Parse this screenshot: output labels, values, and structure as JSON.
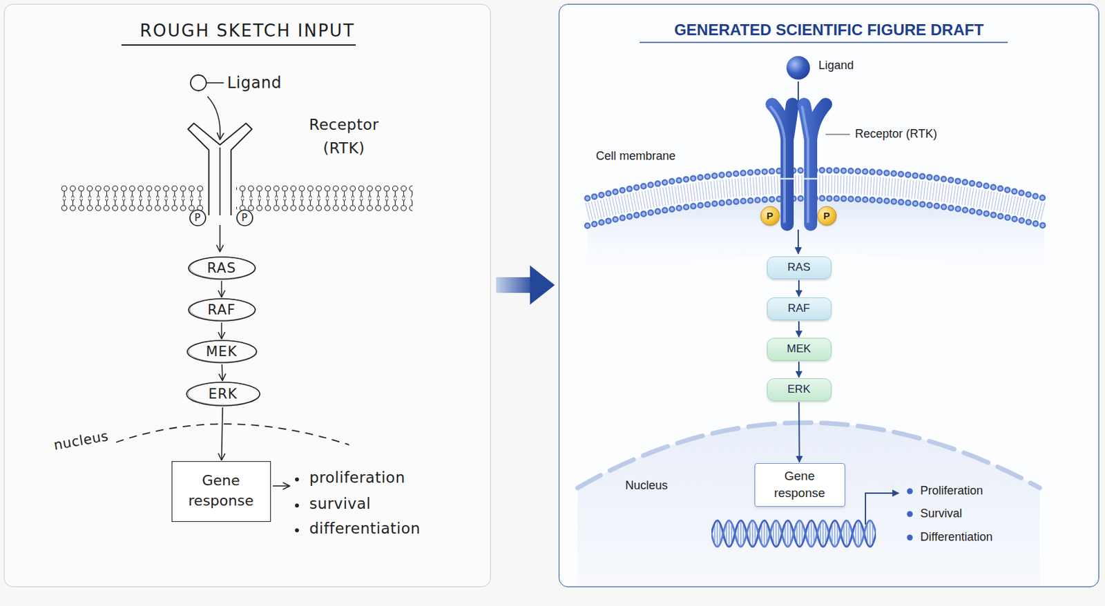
{
  "diagram": {
    "nodes": [
      {
        "text": [
          "ROUGH SKETCH INPUT"
        ]
      },
      {
        "text": [
          "P"
        ],
        "in": 0
      },
      {
        "text": [
          "P"
        ],
        "in": 0
      },
      {
        "text": [
          "RAS"
        ],
        "in": 0
      },
      {
        "text": [
          "RAF"
        ],
        "in": 0
      },
      {
        "text": [
          "MEK"
        ],
        "in": 0
      },
      {
        "text": [
          "ERK"
        ],
        "in": 0
      },
      {
        "text": [
          "Gene response"
        ],
        "in": 0
      },
      {
        "text": [
          "GENERATED SCIENTIFIC FIGURE DRAFT"
        ]
      },
      {
        "text": [
          "P"
        ],
        "in": 8
      },
      {
        "text": [
          "P"
        ],
        "in": 8
      },
      {
        "text": [
          "RAS"
        ],
        "in": 8
      },
      {
        "text": [
          "RAF"
        ],
        "in": 8
      },
      {
        "text": [
          "MEK"
        ],
        "in": 8
      },
      {
        "text": [
          "ERK"
        ],
        "in": 8
      },
      {
        "text": [
          "Gene response"
        ],
        "in": 8
      }
    ],
    "edges": [
      {
        "from": 3,
        "to": 4,
        "arrow": "to"
      },
      {
        "from": 4,
        "to": 5,
        "arrow": "to"
      },
      {
        "from": 5,
        "to": 6,
        "arrow": "to"
      },
      {
        "from": 6,
        "to": 7,
        "arrow": "to"
      },
      {
        "from": 0,
        "to": 8,
        "arrow": "to"
      },
      {
        "from": 11,
        "to": 12,
        "arrow": "to"
      },
      {
        "from": 12,
        "to": 13,
        "arrow": "to"
      },
      {
        "from": 13,
        "to": 14,
        "arrow": "to"
      },
      {
        "from": 14,
        "to": 15,
        "arrow": "to"
      }
    ],
    "labels": [
      "Ligand",
      "Receptor (RTK)",
      "nucleus",
      "proliferation",
      "survival",
      "differentiation",
      "Ligand",
      "Receptor (RTK)",
      "Cell membrane",
      "Nucleus",
      "Proliferation",
      "Survival",
      "Differentiation"
    ]
  }
}
